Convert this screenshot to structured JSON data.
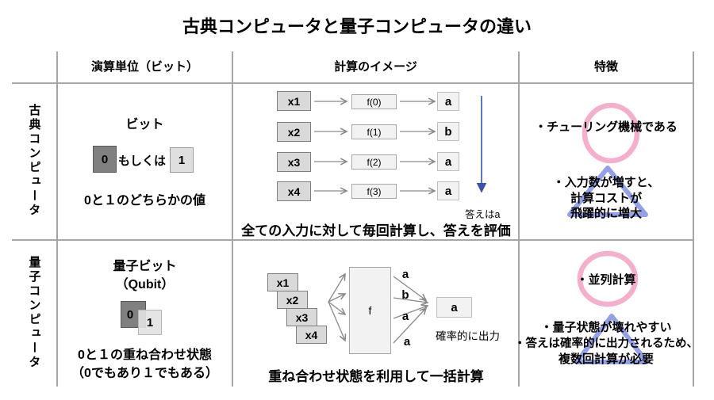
{
  "title": "古典コンピュータと量子コンピュータの違い",
  "header": {
    "col_unit": "演算単位（ビット）",
    "col_image": "計算のイメージ",
    "col_feature": "特徴"
  },
  "classical": {
    "row_label": "古典コンピュータ",
    "unit": {
      "title": "ビット",
      "bit0": "0",
      "connector": "もしくは",
      "bit1": "1",
      "description": "0と１のどちらかの値"
    },
    "image": {
      "flow": [
        {
          "input": "x1",
          "func": "f(0)",
          "output": "a"
        },
        {
          "input": "x2",
          "func": "f(1)",
          "output": "b"
        },
        {
          "input": "x3",
          "func": "f(2)",
          "output": "a"
        },
        {
          "input": "x4",
          "func": "f(3)",
          "output": "a"
        }
      ],
      "answer_note": "答えはa",
      "caption": "全ての入力に対して毎回計算し、答えを評価"
    },
    "feature": {
      "item1": "・チューリング機械である",
      "item2_line1": "・入力数が増すと、",
      "item2_line2": "計算コストが",
      "item2_line3": "飛躍的に増大"
    }
  },
  "quantum": {
    "row_label": "量子コンピュータ",
    "unit": {
      "title_line1": "量子ビット",
      "title_line2": "（Qubit）",
      "bit0": "0",
      "bit1": "1",
      "description_line1": "0と１の重ね合わせ状態",
      "description_line2": "（0でもあり１でもある）"
    },
    "image": {
      "inputs": [
        "x1",
        "x2",
        "x3",
        "x4"
      ],
      "func_label": "f",
      "output_labels": [
        "a",
        "b",
        "a",
        "a"
      ],
      "result": "a",
      "result_note": "確率的に出力",
      "caption": "重ね合わせ状態を利用して一括計算"
    },
    "feature": {
      "item1": "・並列計算",
      "item2": "・量子状態が壊れやすい",
      "item3_line1": "・答えは確率的に出力されるため、",
      "item3_line2": "複数回計算が必要"
    }
  },
  "colors": {
    "pink": "#f5aecb",
    "indigo": "#8e9ce8",
    "blue_arrow": "#3d51a8",
    "arrow_gray": "#8a8a8a",
    "line_gray": "#a6a6a6",
    "box_dark": "#808080",
    "box_mid": "#d9d9d9",
    "box_light": "#f2f2f2"
  }
}
